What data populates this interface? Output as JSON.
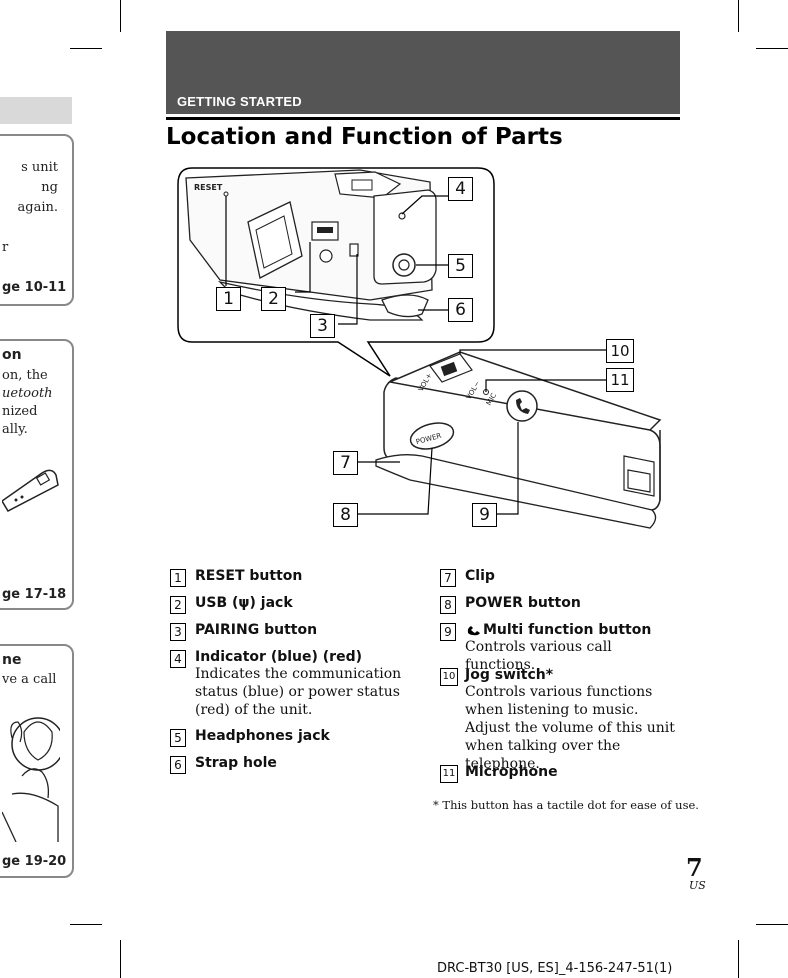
{
  "section_label": "GETTING STARTED",
  "page_title": "Location and Function of Parts",
  "side_tabs": [
    {
      "lines": [
        "s unit",
        "ng again.",
        "",
        "",
        "r"
      ],
      "page": "ge 10-11"
    },
    {
      "heading": "on",
      "lines": [
        "on, the",
        "uetooth",
        "nized",
        "ally."
      ],
      "page": "ge 17-18"
    },
    {
      "heading": "ne",
      "lines": [
        "ve a call"
      ],
      "page": "ge 19-20"
    }
  ],
  "device_labels": {
    "reset": "RESET",
    "power": "POWER",
    "vol_plus": "VOL+",
    "vol_minus": "VOL−",
    "mic": "MIC"
  },
  "diagram_callouts": [
    "1",
    "2",
    "3",
    "4",
    "5",
    "6",
    "7",
    "8",
    "9",
    "10",
    "11"
  ],
  "parts_left": [
    {
      "num": "1",
      "label": "RESET button",
      "desc": ""
    },
    {
      "num": "2",
      "label": "USB (ψ) jack",
      "desc": ""
    },
    {
      "num": "3",
      "label": "PAIRING button",
      "desc": ""
    },
    {
      "num": "4",
      "label": "Indicator (blue) (red)",
      "desc": "Indicates the communication status (blue) or power status (red) of the unit."
    },
    {
      "num": "5",
      "label": "Headphones jack",
      "desc": ""
    },
    {
      "num": "6",
      "label": "Strap hole",
      "desc": ""
    }
  ],
  "parts_right": [
    {
      "num": "7",
      "label": "Clip",
      "desc": ""
    },
    {
      "num": "8",
      "label": "POWER button",
      "desc": ""
    },
    {
      "num": "9",
      "label": " Multi function button",
      "desc": "Controls various call functions."
    },
    {
      "num": "10",
      "label": "Jog switch*",
      "desc": "Controls various functions when listening to music. Adjust the volume of this unit when talking over the telephone."
    },
    {
      "num": "11",
      "label": "Microphone",
      "desc": ""
    }
  ],
  "footnote": "* This button has a tactile dot for ease of use.",
  "page_number": "7",
  "page_region": "US",
  "document_id": "DRC-BT30 [US, ES]_4-156-247-51(1)"
}
